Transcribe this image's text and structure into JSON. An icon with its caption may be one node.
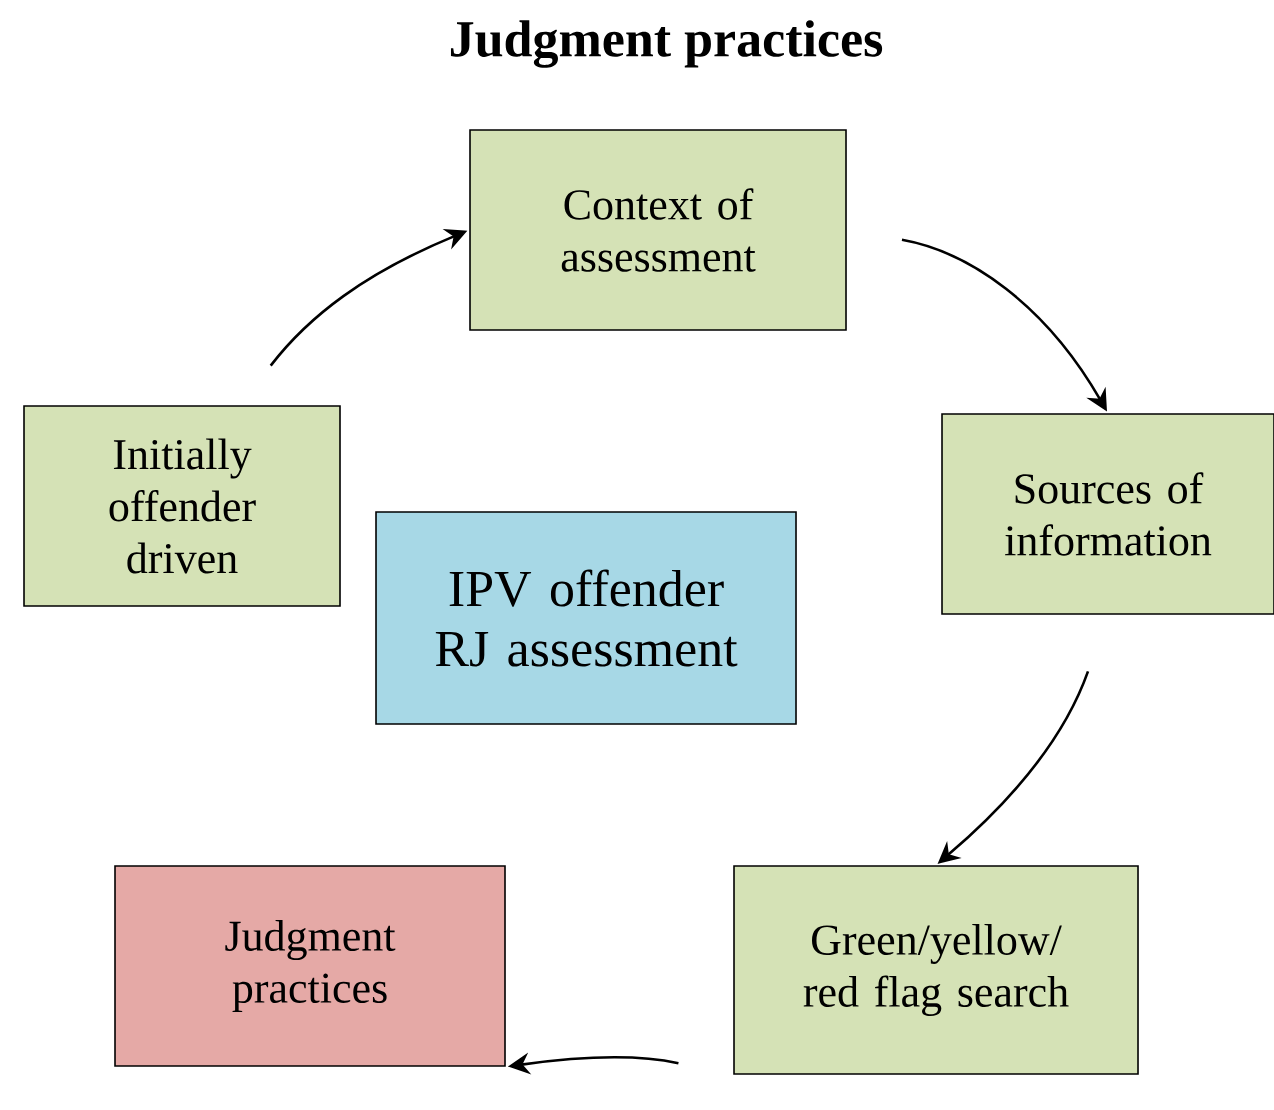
{
  "diagram": {
    "title": "Judgment practices",
    "nodes": [
      {
        "text": [
          "Context of assessment"
        ]
      },
      {
        "text": [
          "Sources of information"
        ]
      },
      {
        "text": [
          "Green/yellow/ red flag search"
        ]
      },
      {
        "text": [
          "Judgment practices"
        ]
      },
      {
        "text": [
          "Initially offender driven"
        ]
      },
      {
        "text": [
          "IPV offender RJ assessment"
        ]
      }
    ],
    "edges": [
      {
        "from": 4,
        "to": 0,
        "arrow": "to"
      },
      {
        "from": 0,
        "to": 1,
        "arrow": "to"
      },
      {
        "from": 1,
        "to": 2,
        "arrow": "to"
      },
      {
        "from": 2,
        "to": 3,
        "arrow": "to"
      }
    ]
  }
}
